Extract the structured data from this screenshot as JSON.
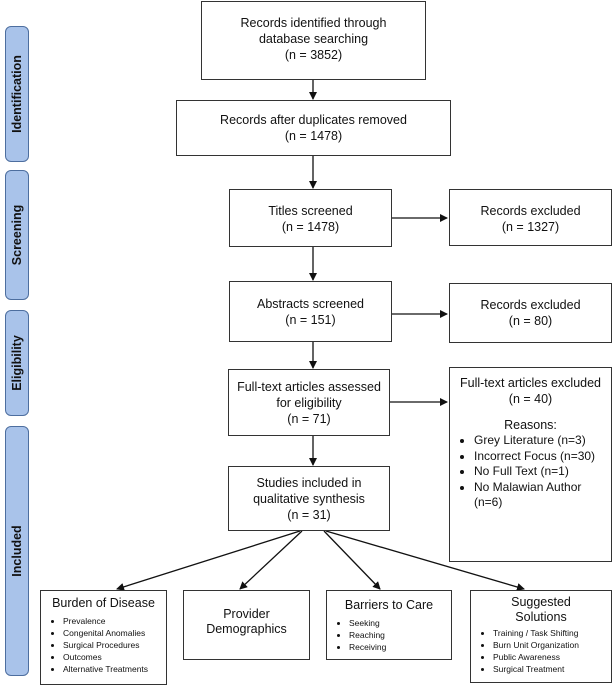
{
  "phases": {
    "identification": "Identification",
    "screening": "Screening",
    "eligibility": "Eligibility",
    "included": "Included"
  },
  "boxes": {
    "identified": [
      "Records identified through",
      "database searching",
      "(n = 3852)"
    ],
    "duplicates_removed": [
      "Records after duplicates removed",
      "(n = 1478)"
    ],
    "titles_screened": [
      "Titles screened",
      "(n = 1478)"
    ],
    "titles_excluded": [
      "Records excluded",
      "(n = 1327)"
    ],
    "abstracts_screened": [
      "Abstracts screened",
      "(n = 151)"
    ],
    "abstracts_excluded": [
      "Records excluded",
      "(n = 80)"
    ],
    "fulltext_assessed": [
      "Full-text articles assessed",
      "for eligibility",
      "(n = 71)"
    ],
    "fulltext_excluded": {
      "lines": [
        "Full-text articles excluded",
        "(n = 40)"
      ],
      "reasons_label": "Reasons:",
      "reasons": [
        "Grey Literature (n=3)",
        "Incorrect Focus (n=30)",
        "No Full Text (n=1)",
        "No Malawian Author (n=6)"
      ]
    },
    "included": [
      "Studies included in",
      "qualitative synthesis",
      "(n = 31)"
    ]
  },
  "themes": {
    "burden": {
      "title": "Burden of Disease",
      "items": [
        "Prevalence",
        "Congenital Anomalies",
        "Surgical Procedures",
        "Outcomes",
        "Alternative Treatments"
      ]
    },
    "provider": {
      "title": [
        "Provider",
        "Demographics"
      ]
    },
    "barriers": {
      "title": "Barriers to Care",
      "items": [
        "Seeking",
        "Reaching",
        "Receiving"
      ]
    },
    "solutions": {
      "title": [
        "Suggested",
        "Solutions"
      ],
      "items": [
        "Training / Task Shifting",
        "Burn Unit Organization",
        "Public Awareness",
        "Surgical Treatment"
      ]
    }
  }
}
